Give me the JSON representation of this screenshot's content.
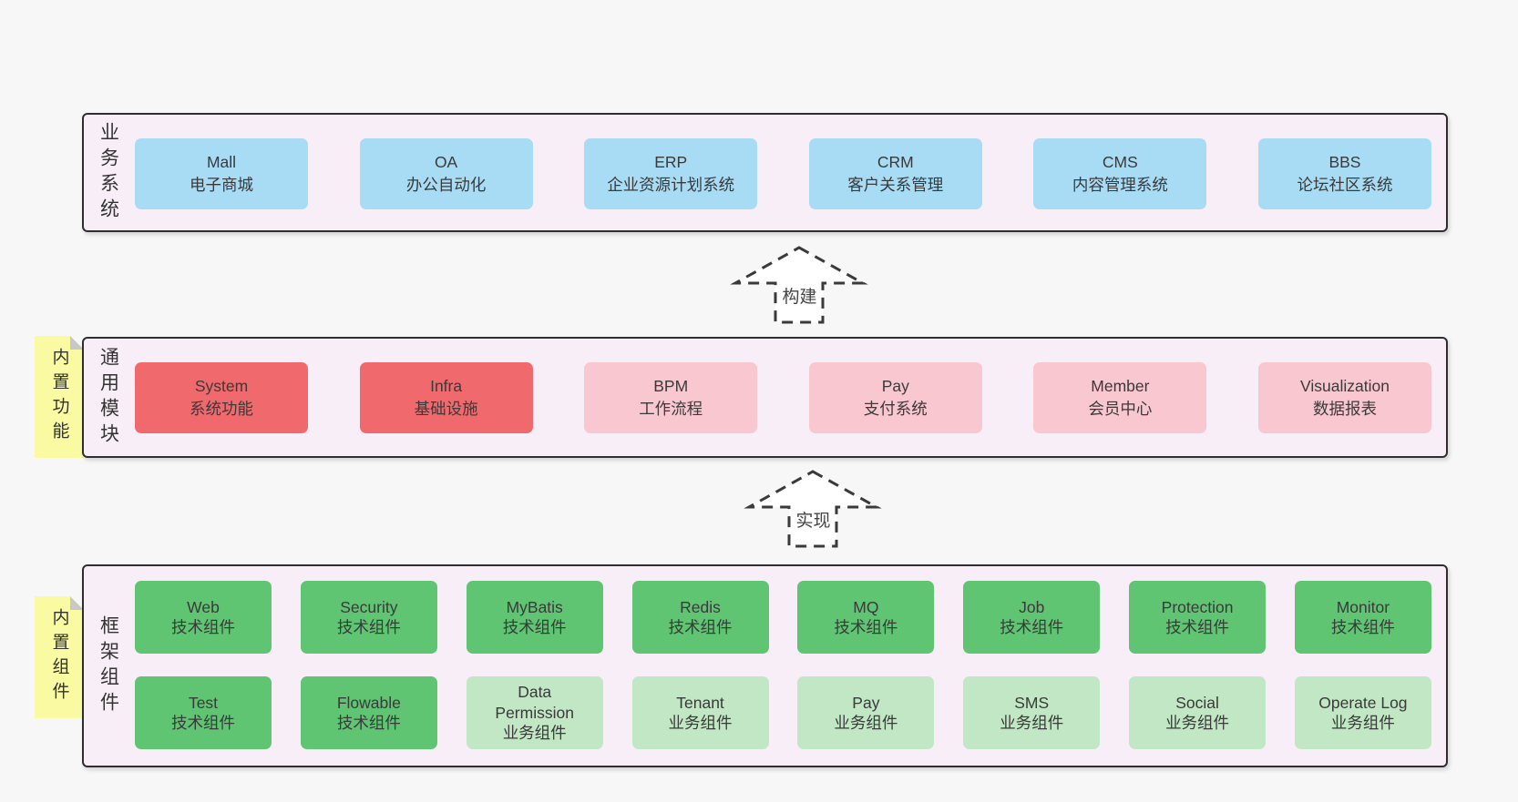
{
  "colors": {
    "page_bg": "#f7f7f7",
    "panel_bg": "#f8eef7",
    "panel_border": "#2e2e2e",
    "blue": "#a8dcf5",
    "red": "#f0696d",
    "pink": "#f9c7d0",
    "green": "#5fc573",
    "light_green": "#c1e7c4",
    "sticky_yellow": "#fafaa3",
    "fold_gray": "#c8c8c8",
    "text": "#3a3a3a"
  },
  "arrows": [
    {
      "label": "构建",
      "direction": "up"
    },
    {
      "label": "实现",
      "direction": "up"
    }
  ],
  "layers": [
    {
      "id": "business-systems",
      "side_label": "业务系统",
      "boxes": [
        {
          "name": "Mall",
          "desc": "电子商城",
          "variant": "blue"
        },
        {
          "name": "OA",
          "desc": "办公自动化",
          "variant": "blue"
        },
        {
          "name": "ERP",
          "desc": "企业资源计划系统",
          "variant": "blue"
        },
        {
          "name": "CRM",
          "desc": "客户关系管理",
          "variant": "blue"
        },
        {
          "name": "CMS",
          "desc": "内容管理系统",
          "variant": "blue"
        },
        {
          "name": "BBS",
          "desc": "论坛社区系统",
          "variant": "blue"
        }
      ]
    },
    {
      "id": "common-modules",
      "side_label": "通用模块",
      "sticky": "内置功能",
      "boxes": [
        {
          "name": "System",
          "desc": "系统功能",
          "variant": "red"
        },
        {
          "name": "Infra",
          "desc": "基础设施",
          "variant": "red"
        },
        {
          "name": "BPM",
          "desc": "工作流程",
          "variant": "pink"
        },
        {
          "name": "Pay",
          "desc": "支付系统",
          "variant": "pink"
        },
        {
          "name": "Member",
          "desc": "会员中心",
          "variant": "pink"
        },
        {
          "name": "Visualization",
          "desc": "数据报表",
          "variant": "pink"
        }
      ]
    },
    {
      "id": "framework-components",
      "side_label": "框架组件",
      "sticky": "内置组件",
      "rows": [
        [
          {
            "name": "Web",
            "desc": "技术组件",
            "variant": "green"
          },
          {
            "name": "Security",
            "desc": "技术组件",
            "variant": "green"
          },
          {
            "name": "MyBatis",
            "desc": "技术组件",
            "variant": "green"
          },
          {
            "name": "Redis",
            "desc": "技术组件",
            "variant": "green"
          },
          {
            "name": "MQ",
            "desc": "技术组件",
            "variant": "green"
          },
          {
            "name": "Job",
            "desc": "技术组件",
            "variant": "green"
          },
          {
            "name": "Protection",
            "desc": "技术组件",
            "variant": "green"
          },
          {
            "name": "Monitor",
            "desc": "技术组件",
            "variant": "green"
          }
        ],
        [
          {
            "name": "Test",
            "desc": "技术组件",
            "variant": "green"
          },
          {
            "name": "Flowable",
            "desc": "技术组件",
            "variant": "green"
          },
          {
            "name": "Data Permission",
            "desc": "业务组件",
            "variant": "lgreen"
          },
          {
            "name": "Tenant",
            "desc": "业务组件",
            "variant": "lgreen"
          },
          {
            "name": "Pay",
            "desc": "业务组件",
            "variant": "lgreen"
          },
          {
            "name": "SMS",
            "desc": "业务组件",
            "variant": "lgreen"
          },
          {
            "name": "Social",
            "desc": "业务组件",
            "variant": "lgreen"
          },
          {
            "name": "Operate Log",
            "desc": "业务组件",
            "variant": "lgreen"
          }
        ]
      ]
    }
  ]
}
